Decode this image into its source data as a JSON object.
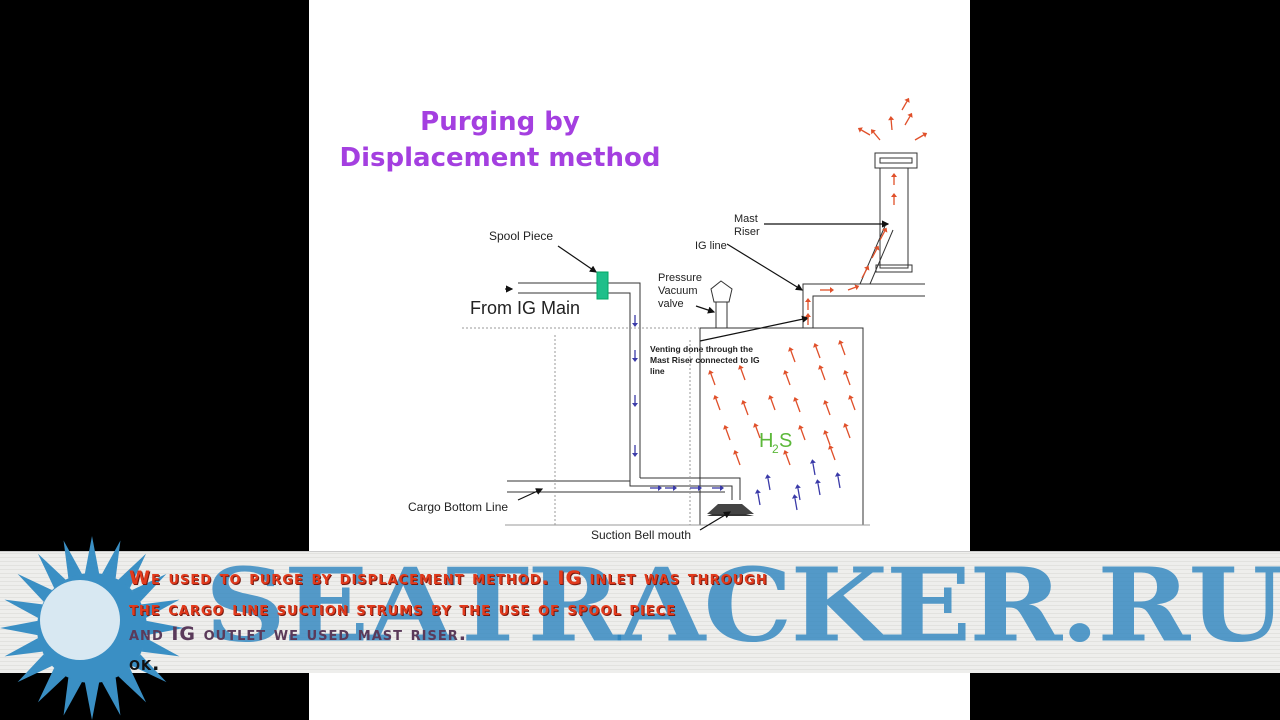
{
  "title": {
    "line1": "Purging by",
    "line2": "Displacement method"
  },
  "labels": {
    "spool_piece": "Spool Piece",
    "from_ig_main": "From IG Main",
    "pressure": "Pressure",
    "vacuum": "Vacuum",
    "valve": "valve",
    "mast": "Mast",
    "riser": "Riser",
    "ig_line": "IG line",
    "venting1": "Venting done through the",
    "venting2": "Mast  Riser connected to IG",
    "venting3": "line",
    "h2s_h": "H",
    "h2s_2": "2",
    "h2s_s": "S",
    "cargo_bottom_line": "Cargo Bottom Line",
    "suction_bell_mouth": "Suction Bell mouth"
  },
  "subtitles": {
    "line1": "We used to purge by displacement method. IG inlet was through",
    "line2": "the cargo line suction strums by the use of spool piece",
    "line3": "and IG outlet we used mast riser.",
    "line4": "ok."
  },
  "watermark": "SEATRACKER.RU",
  "colors": {
    "title": "#a43fe0",
    "red_arrow": "#e0502a",
    "blue_arrow": "#3a3aa8",
    "spool": "#1fbf8a",
    "h2s": "#5cb83a",
    "watermark": "#2882be"
  }
}
